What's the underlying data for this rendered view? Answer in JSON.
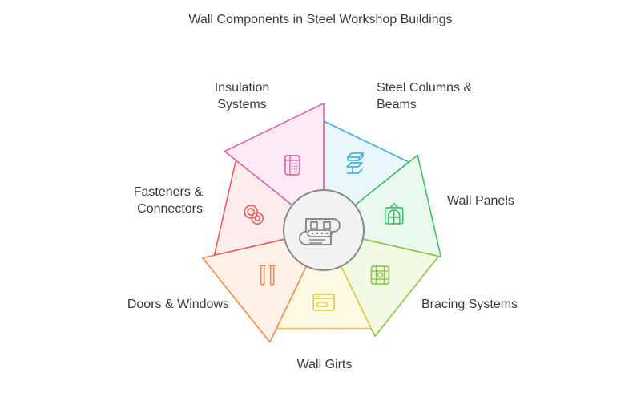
{
  "diagram": {
    "title": "Wall Components in Steel Workshop Buildings",
    "center_icon": "conveyor-machine-icon",
    "segments": [
      {
        "label": "Steel Columns & Beams",
        "icon": "steel-beam-icon",
        "color": "#3aaed8",
        "fill": "#e9f7fd"
      },
      {
        "label": "Wall Panels",
        "icon": "window-panel-icon",
        "color": "#3fbf6a",
        "fill": "#e9f9ee"
      },
      {
        "label": "Bracing Systems",
        "icon": "bracing-frame-icon",
        "color": "#8cc63f",
        "fill": "#f2fae6"
      },
      {
        "label": "Wall Girts",
        "icon": "girt-panel-icon",
        "color": "#e6c93a",
        "fill": "#fdf9e2"
      },
      {
        "label": "Doors & Windows",
        "icon": "doors-icon",
        "color": "#f08a4b",
        "fill": "#fef1e8"
      },
      {
        "label": "Fasteners & Connectors",
        "icon": "fastener-rings-icon",
        "color": "#ea5a5a",
        "fill": "#fdecec"
      },
      {
        "label": "Insulation Systems",
        "icon": "insulation-roll-icon",
        "color": "#e062ae",
        "fill": "#fcebf5"
      }
    ]
  }
}
